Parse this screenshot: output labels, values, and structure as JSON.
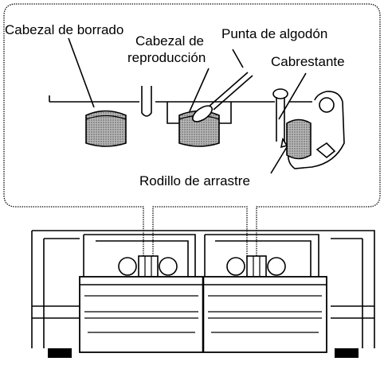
{
  "labels": {
    "erase_head": "Cabezal de borrado",
    "playback_head_line1": "Cabezal de",
    "playback_head_line2": "reproducción",
    "cotton_swab": "Punta de algodón",
    "capstan": "Cabrestante",
    "pinch_roller": "Rodillo de arrastre"
  },
  "colors": {
    "line": "#000000",
    "background": "#ffffff",
    "head_shading": "#8c8c8c"
  }
}
